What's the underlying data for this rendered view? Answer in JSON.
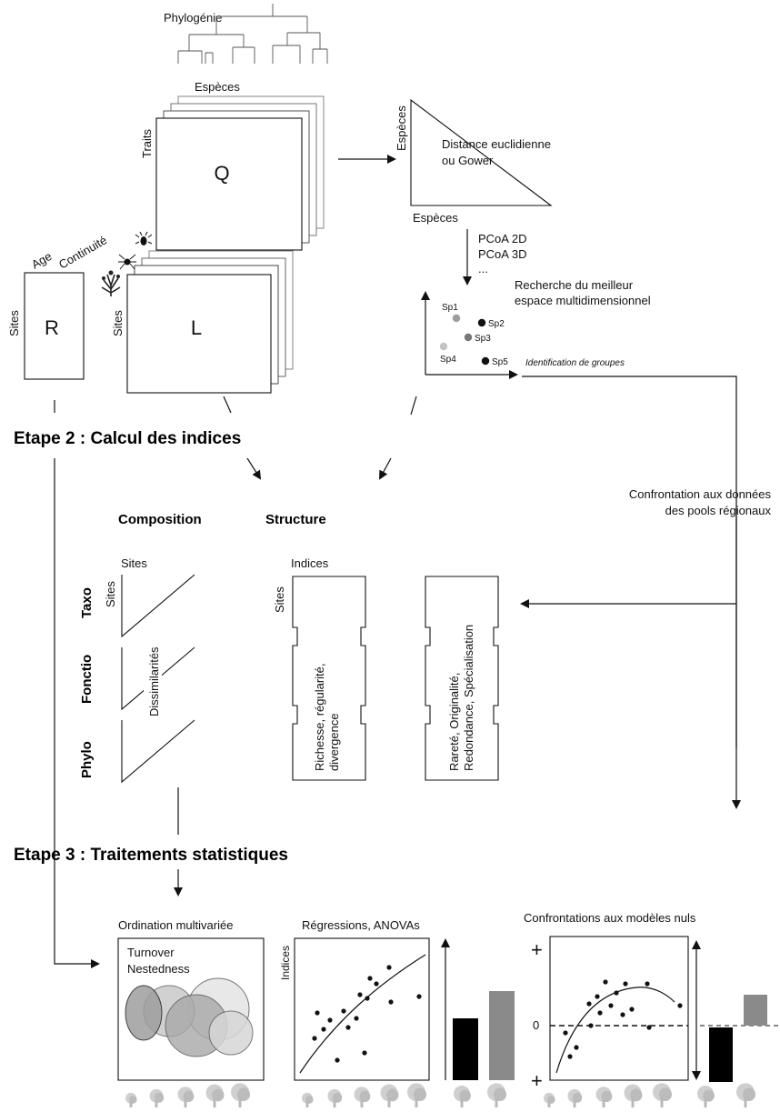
{
  "phylogeny": {
    "title": "Phylogénie"
  },
  "q_matrix": {
    "top_label": "Espèces",
    "side_label": "Traits",
    "letter": "Q"
  },
  "distance": {
    "side_label": "Espèces",
    "bottom_label": "Espèces",
    "text_line1": "Distance euclidienne",
    "text_line2": "ou Gower"
  },
  "pcoa": {
    "line1": "PCoA 2D",
    "line2": "PCoA 3D",
    "line3": "...",
    "search_line1": "Recherche du meilleur",
    "search_line2": "espace multidimensionnel",
    "groups_label": "Identification de groupes",
    "species": [
      "Sp1",
      "Sp2",
      "Sp3",
      "Sp4",
      "Sp5"
    ]
  },
  "r_matrix": {
    "col1": "Age",
    "col2": "Continuité",
    "side_label": "Sites",
    "letter": "R"
  },
  "l_matrix": {
    "side_label": "Sites",
    "letter": "L"
  },
  "step2": {
    "title": "Etape 2 : Calcul des indices"
  },
  "confrontation": {
    "line1": "Confrontation aux données",
    "line2": "des pools régionaux"
  },
  "composition": {
    "title": "Composition",
    "sites_top": "Sites",
    "sites_side": "Sites",
    "dissimilarity": "Dissimilarités",
    "rows": [
      "Taxo",
      "Fonctio",
      "Phylo"
    ]
  },
  "structure": {
    "title": "Structure",
    "indices_label": "Indices",
    "sites_side": "Sites",
    "box1_text": [
      "Richesse, régularité,",
      "divergence"
    ],
    "box2_text": [
      "Rareté, Originalité,",
      "Redondance, Spécialisation"
    ]
  },
  "step3": {
    "title": "Etape 3 : Traitements statistiques"
  },
  "ordination": {
    "title": "Ordination multivariée",
    "line1": "Turnover",
    "line2": "Nestedness"
  },
  "regressions": {
    "title": "Régressions, ANOVAs",
    "ylabel": "Indices"
  },
  "null_models": {
    "title": "Confrontations aux modèles nuls",
    "plus_top": "+",
    "zero": "0",
    "plus_bottom": "+"
  },
  "colors": {
    "ink": "#111111",
    "dark_bar": "#000000",
    "grey_bar": "#8a8a8a",
    "point_light": "#bdbdbd",
    "point_mid": "#8c8c8c",
    "point_dark": "#111111"
  }
}
